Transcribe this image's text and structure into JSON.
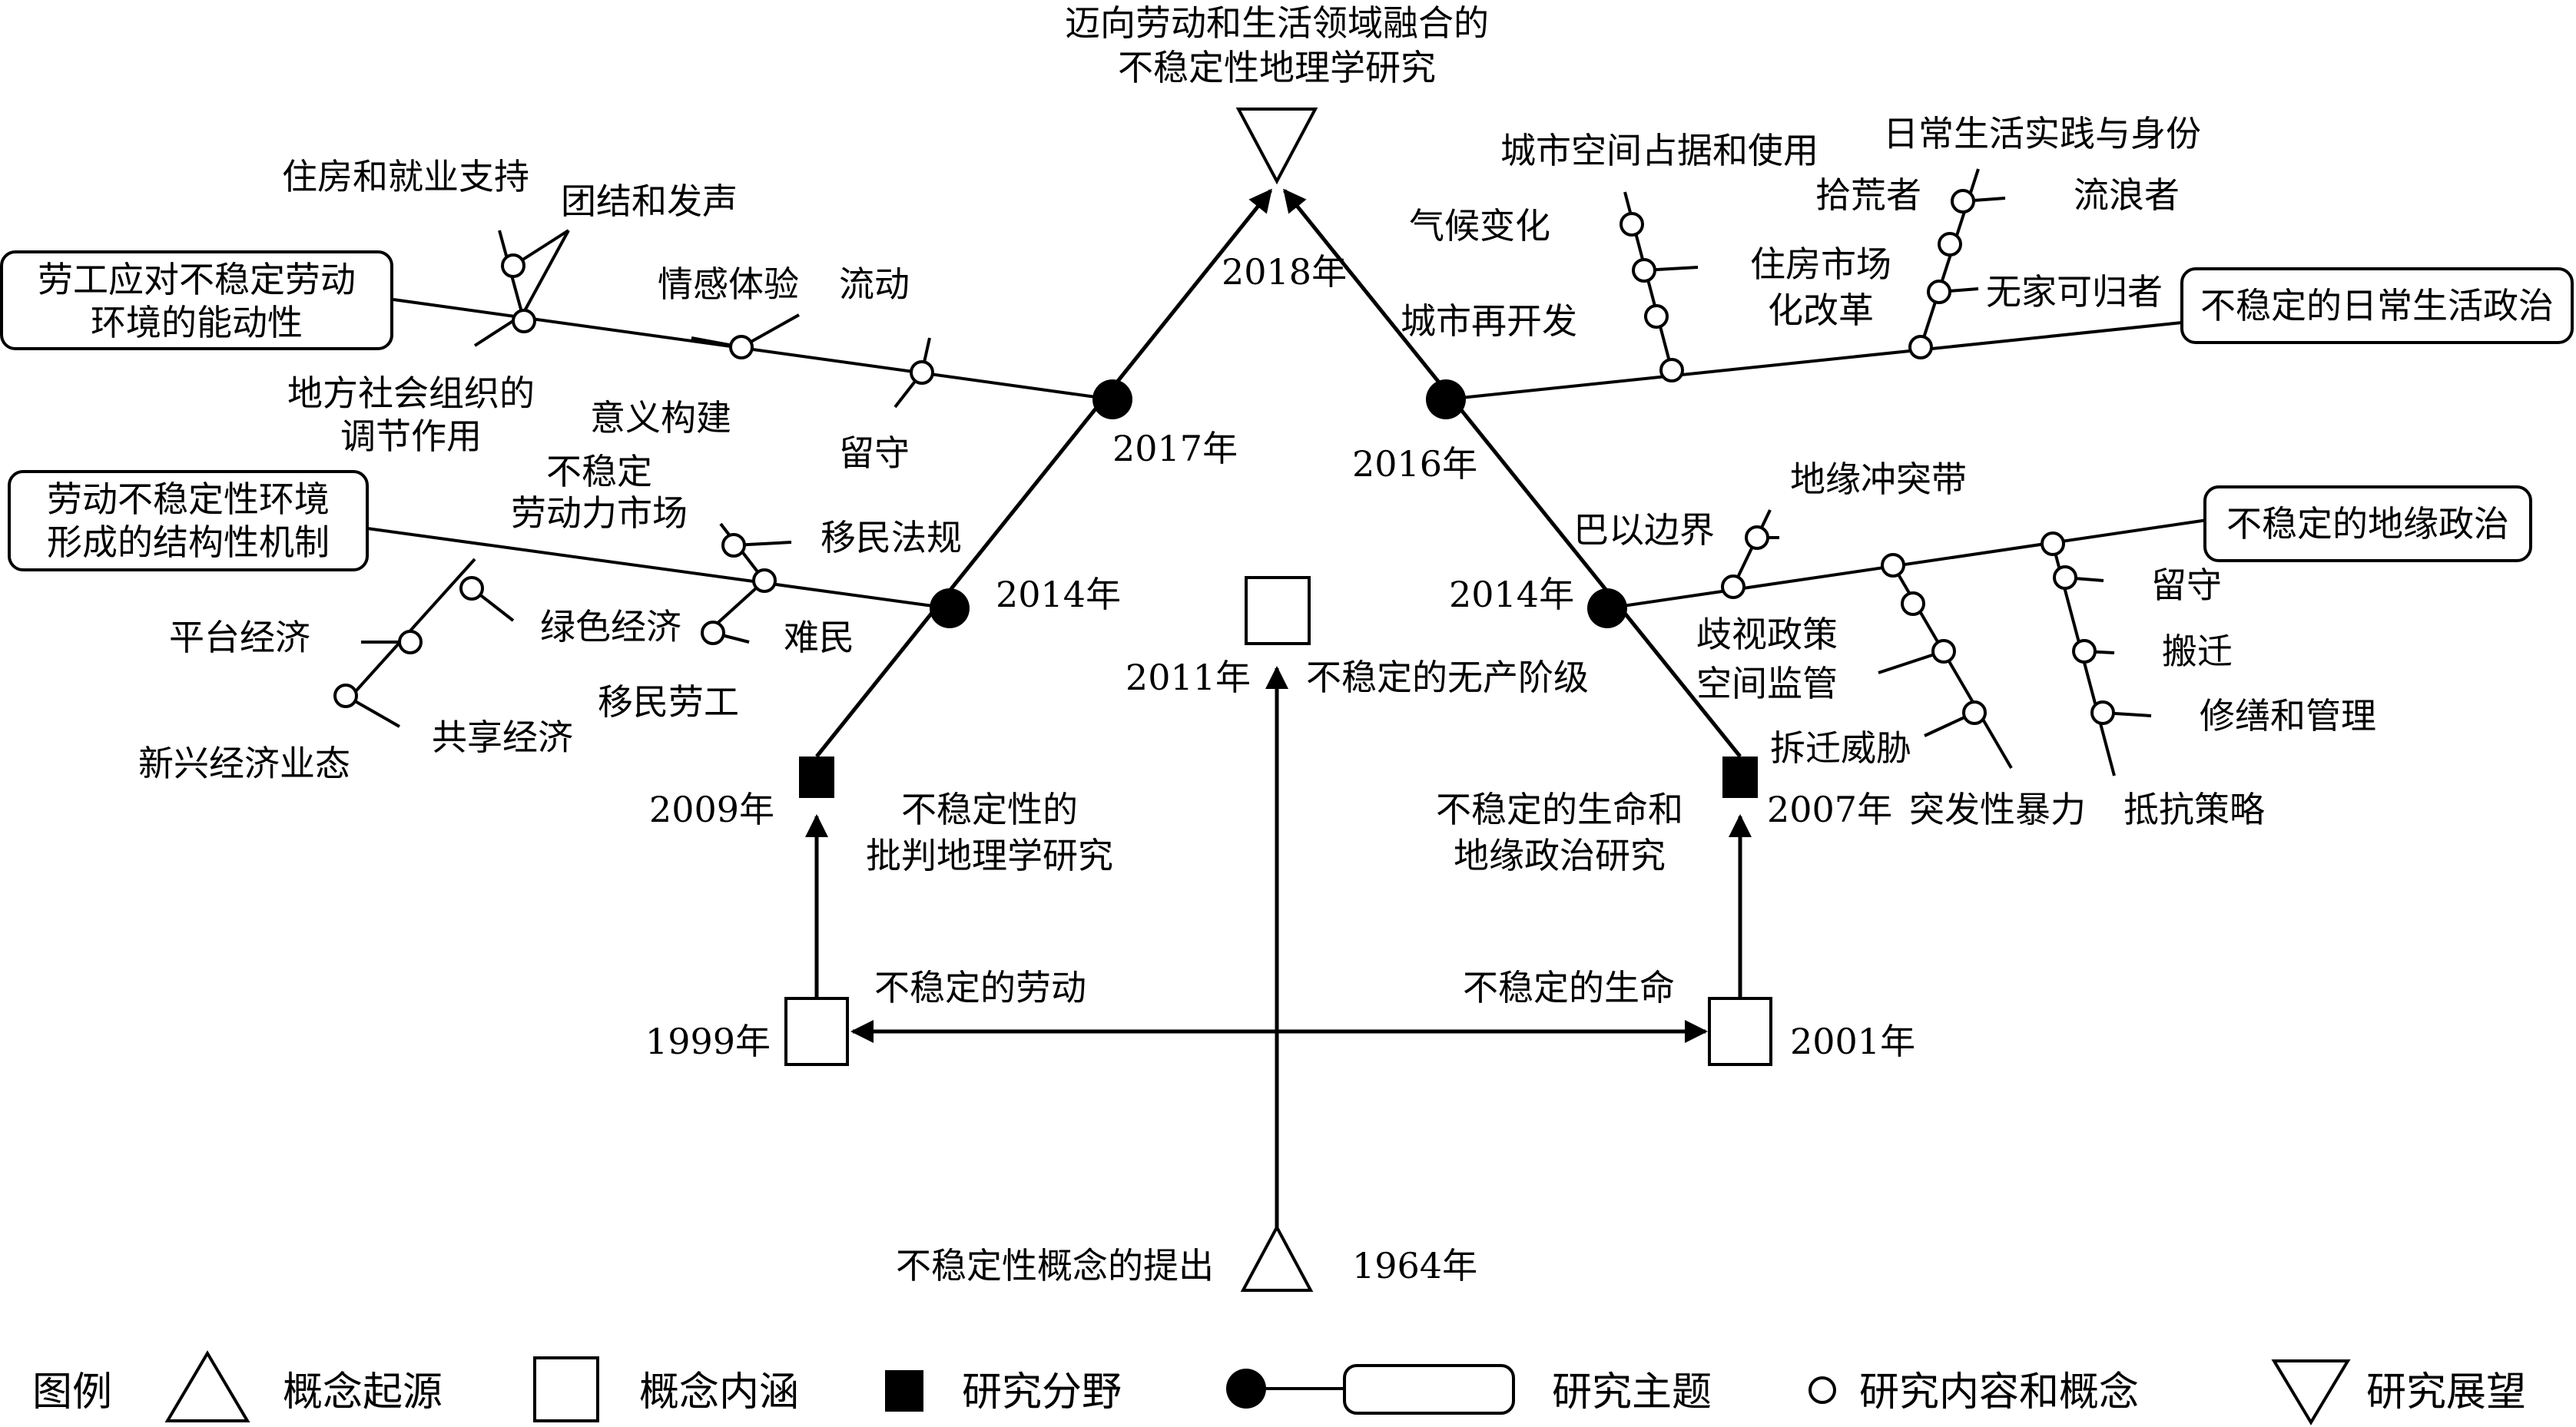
{
  "nodes": {
    "origin": {
      "label": "不稳定性概念的提出",
      "year": "1964年"
    },
    "prospect": {
      "label_line1": "迈向劳动和生活领域融合的",
      "label_line2": "不稳定性地理学研究"
    },
    "concepts": {
      "labor": {
        "year": "1999年",
        "label": "不稳定的劳动"
      },
      "life": {
        "year": "2001年",
        "label": "不稳定的生命"
      },
      "proletariat": {
        "year": "2011年",
        "label": "不稳定的无产阶级"
      }
    },
    "fields": {
      "critical": {
        "year": "2009年",
        "label_line1": "不稳定性的",
        "label_line2": "批判地理学研究"
      },
      "geopolitics": {
        "year": "2007年",
        "label_line1": "不稳定的生命和",
        "label_line2": "地缘政治研究"
      }
    },
    "theme_years": {
      "left_2014": "2014年",
      "left_2017": "2017年",
      "apex_2018": "2018年",
      "right_2016": "2016年",
      "right_2014": "2014年"
    }
  },
  "themes": {
    "agency": {
      "line1": "劳工应对不稳定劳动",
      "line2": "环境的能动性"
    },
    "structural": {
      "line1": "劳动不稳定性环境",
      "line2": "形成的结构性机制"
    },
    "daily": {
      "line1": "不稳定的日常生活政治"
    },
    "geo": {
      "line1": "不稳定的地缘政治"
    }
  },
  "concepts_text": {
    "housing_employment": "住房和就业支持",
    "solidarity": "团结和发声",
    "social_org_l1": "地方社会组织的",
    "social_org_l2": "调节作用",
    "emotion": "情感体验",
    "meaning": "意义构建",
    "mobility": "流动",
    "left_behind": "留守",
    "labor_market_l1": "不稳定",
    "labor_market_l2": "劳动力市场",
    "migration_law": "移民法规",
    "platform": "平台经济",
    "green": "绿色经济",
    "refugee": "难民",
    "emerging": "新兴经济业态",
    "sharing": "共享经济",
    "migrant_worker": "移民劳工",
    "urban_space": "城市空间占据和使用",
    "climate": "气候变化",
    "housing_market_l1": "住房市场",
    "housing_market_l2": "化改革",
    "redevelopment": "城市再开发",
    "daily_identity": "日常生活实践与身份",
    "scavenger": "拾荒者",
    "wanderer": "流浪者",
    "homeless": "无家可归者",
    "palestine": "巴以边界",
    "conflict_zone": "地缘冲突带",
    "discrimination": "歧视政策",
    "surveillance": "空间监管",
    "demolition": "拆迁威胁",
    "violence": "突发性暴力",
    "stay": "留守",
    "relocation": "搬迁",
    "repair": "修缮和管理",
    "resistance": "抵抗策略"
  },
  "legend": {
    "title": "图例",
    "items": [
      {
        "icon": "triangle-up-icon",
        "label": "概念起源"
      },
      {
        "icon": "square-outline-icon",
        "label": "概念内涵"
      },
      {
        "icon": "square-filled-icon",
        "label": "研究分野"
      },
      {
        "icon": "dot-line-box-icon",
        "label": "研究主题"
      },
      {
        "icon": "small-circle-icon",
        "label": "研究内容和概念"
      },
      {
        "icon": "triangle-down-icon",
        "label": "研究展望"
      }
    ]
  }
}
